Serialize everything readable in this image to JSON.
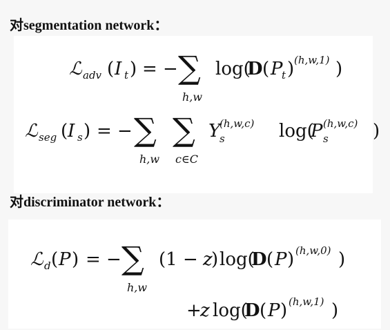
{
  "headings": {
    "segmentation": "对segmentation network：",
    "discriminator": "对discriminator network："
  },
  "eq_adv": {
    "script_L": "ℒ",
    "sub": "adv",
    "open": "(",
    "arg": "I",
    "arg_sub": "t",
    "close": ")",
    "equals_minus": "= −",
    "sum": "∑",
    "sum_limit": "h,w",
    "log_open": "log(",
    "D": "D",
    "paren_open": "(",
    "P": "P",
    "P_sub": "t",
    "paren_close": ")",
    "sup": "(h,w,1)",
    "log_close": ")"
  },
  "eq_seg": {
    "script_L": "ℒ",
    "sub": "seg",
    "open": "(",
    "arg": "I",
    "arg_sub": "s",
    "close": ")",
    "equals_minus": "= −",
    "sum1": "∑",
    "sum1_limit": "h,w",
    "sum2": "∑",
    "sum2_limit": "c∈C",
    "Y": "Y",
    "Y_sub": "s",
    "Y_sup": "(h,w,c)",
    "log_open": "log(",
    "P": "P",
    "P_sub": "s",
    "P_sup": "(h,w,c)",
    "log_close": ")"
  },
  "eq_d": {
    "script_L": "ℒ",
    "sub": "d",
    "open": "(",
    "arg": "P",
    "close": ")",
    "equals_minus": "= −",
    "sum": "∑",
    "sum_limit": "h,w",
    "term1": "(1 − ",
    "z": "z",
    "term1_close": ")",
    "log_open": "log(",
    "D": "D",
    "paren_open": "(",
    "P": "P",
    "paren_close": ")",
    "sup": "(h,w,0)",
    "log_close": ")"
  },
  "eq_d2": {
    "plus": "+",
    "z": "z",
    "log_open": "log(",
    "D": "D",
    "paren_open": "(",
    "P": "P",
    "paren_close": ")",
    "sup": "(h,w,1)",
    "log_close": ")"
  }
}
